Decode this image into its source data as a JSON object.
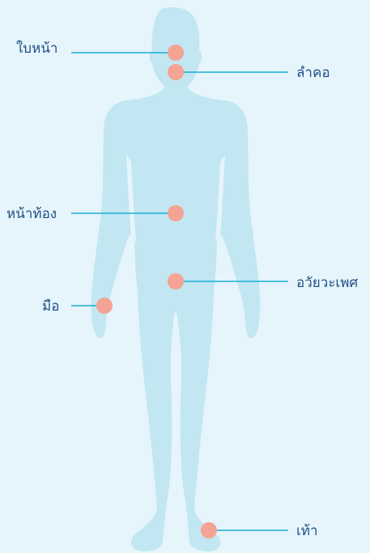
{
  "colors": {
    "background": "#e6f5fb",
    "body": "#c2e6f2",
    "marker": "#f4a394",
    "leader_line": "#1aaed8",
    "label_text": "#1f4f86"
  },
  "labels": {
    "face": "ใบหน้า",
    "neck": "ลำคอ",
    "abdomen": "หน้าท้อง",
    "genitals": "อวัยวะเพศ",
    "hand": "มือ",
    "foot": "เท้า"
  }
}
